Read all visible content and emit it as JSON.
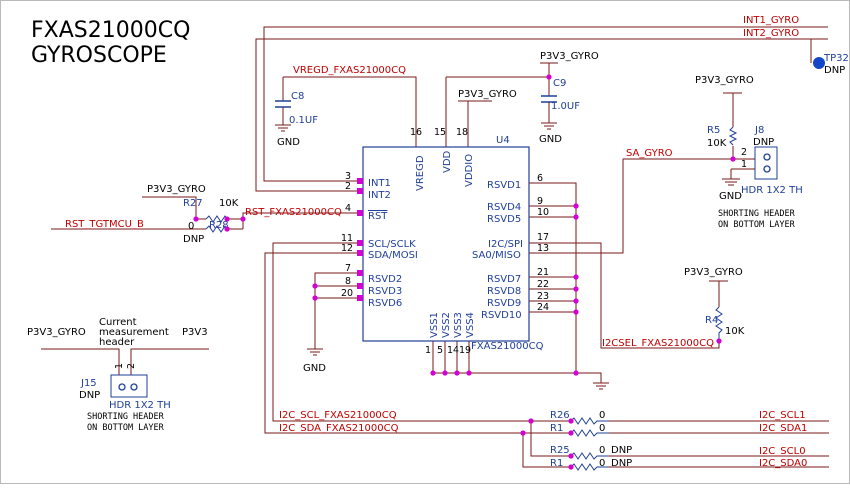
{
  "title": {
    "line1": "FXAS21000CQ",
    "line2": "GYROSCOPE"
  },
  "ic": {
    "ref": "U4",
    "part": "FXAS21000CQ",
    "left_pins": [
      {
        "num": "3",
        "name": "INT1"
      },
      {
        "num": "2",
        "name": "INT2"
      },
      {
        "num": "4",
        "name": "RST"
      },
      {
        "num": "11",
        "name": "SCL/SCLK"
      },
      {
        "num": "12",
        "name": "SDA/MOSI"
      },
      {
        "num": "7",
        "name": "RSVD2"
      },
      {
        "num": "8",
        "name": "RSVD3"
      },
      {
        "num": "20",
        "name": "RSVD6"
      }
    ],
    "right_pins": [
      {
        "num": "6",
        "name": "RSVD1"
      },
      {
        "num": "9",
        "name": "RSVD4"
      },
      {
        "num": "10",
        "name": "RSVD5"
      },
      {
        "num": "17",
        "name": "I2C/SPI"
      },
      {
        "num": "13",
        "name": "SA0/MISO"
      },
      {
        "num": "21",
        "name": "RSVD7"
      },
      {
        "num": "22",
        "name": "RSVD8"
      },
      {
        "num": "23",
        "name": "RSVD9"
      },
      {
        "num": "24",
        "name": "RSVD10"
      }
    ],
    "top_pins": [
      {
        "num": "16",
        "name": "VREGD"
      },
      {
        "num": "15",
        "name": "VDD"
      },
      {
        "num": "18",
        "name": "VDDIO"
      }
    ],
    "bottom_pins": [
      {
        "num": "1",
        "name": "VSS1"
      },
      {
        "num": "5",
        "name": "VSS2"
      },
      {
        "num": "14",
        "name": "VSS3"
      },
      {
        "num": "19",
        "name": "VSS4"
      }
    ]
  },
  "nets": {
    "int1": "INT1_GYRO",
    "int2": "INT2_GYRO",
    "vregd": "VREGD_FXAS21000CQ",
    "rst": "RST_FXAS21000CQ",
    "rst_mcu": "RST_TGTMCU_B",
    "sa": "SA_GYRO",
    "i2csel": "I2CSEL_FXAS21000CQ",
    "scl": "I2C_SCL_FXAS21000CQ",
    "sda": "I2C_SDA_FXAS21000CQ",
    "scl1": "I2C_SCL1",
    "sda1": "I2C_SDA1",
    "scl0": "I2C_SCL0",
    "sda0": "I2C_SDA0"
  },
  "power": {
    "p3v3": "P3V3_GYRO",
    "p3v3_plain": "P3V3",
    "gnd": "GND"
  },
  "parts": {
    "c8": {
      "ref": "C8",
      "value": "0.1UF"
    },
    "c9": {
      "ref": "C9",
      "value": "1.0UF"
    },
    "r27": {
      "ref": "R27",
      "value": "10K"
    },
    "r28": {
      "ref": "R28",
      "value": "0",
      "dnp": "DNP"
    },
    "r5": {
      "ref": "R5",
      "value": "10K"
    },
    "r4": {
      "ref": "R4",
      "value": "10K"
    },
    "r26": {
      "ref": "R26",
      "value": "0"
    },
    "r1a": {
      "ref": "R1",
      "value": "0"
    },
    "r25": {
      "ref": "R25",
      "value": "0",
      "dnp": "DNP"
    },
    "r1b": {
      "ref": "R1",
      "value": "0",
      "dnp": "DNP"
    },
    "j8": {
      "ref": "J8",
      "dnp": "DNP",
      "type": "HDR 1X2 TH",
      "pin1": "1",
      "pin2": "2"
    },
    "j15": {
      "ref": "J15",
      "dnp": "DNP",
      "type": "HDR 1X2 TH",
      "pin1": "1",
      "pin2": "2"
    },
    "tp32": {
      "ref": "TP32",
      "dnp": "DNP"
    }
  },
  "notes": {
    "shorting_line1": "SHORTING HEADER",
    "shorting_line2": "ON BOTTOM LAYER",
    "current_line1": "Current",
    "current_line2": "measurement",
    "current_line3": "header"
  }
}
